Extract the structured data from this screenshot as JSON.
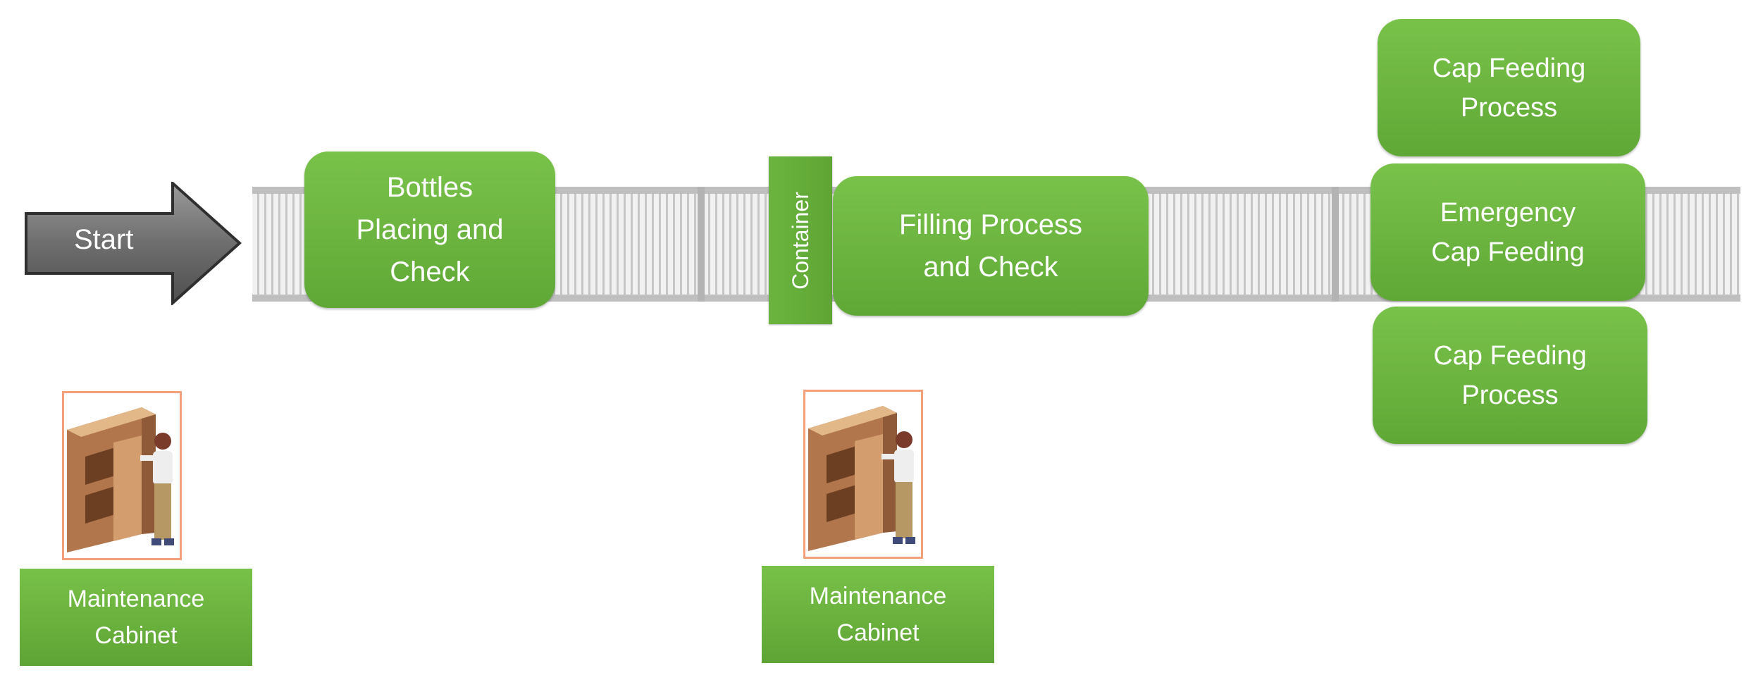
{
  "start": {
    "label": "Start"
  },
  "process": {
    "bottles": "Bottles\nPlacing and\nCheck",
    "container": "Container",
    "filling": "Filling  Process\nand Check",
    "cap_top": "Cap Feeding\nProcess",
    "emergency": "Emergency\nCap Feeding",
    "cap_bottom": "Cap Feeding\nProcess"
  },
  "maintenance": [
    {
      "label": "Maintenance\nCabinet",
      "icon": "cabinet-worker-icon"
    },
    {
      "label": "Maintenance\nCabinet",
      "icon": "cabinet-worker-icon"
    }
  ],
  "colors": {
    "process_green": "#6ab43f",
    "belt_gray": "#c7c7c7",
    "arrow_gray": "#6b6b6b"
  }
}
